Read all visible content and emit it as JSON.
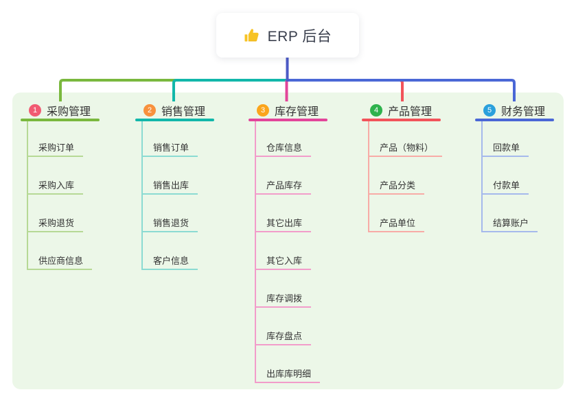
{
  "root": {
    "title": "ERP 后台",
    "icon": "thumbs-up-icon",
    "connector_color": "#4c5ac6"
  },
  "panel_color": "#ecf7e8",
  "text_color": "#333333",
  "branches": [
    {
      "number": "1",
      "title": "采购管理",
      "badge_color": "#f15b72",
      "line_color": "#7ab83e",
      "child_line_color": "#b6d995",
      "children": [
        "采购订单",
        "采购入库",
        "采购退货",
        "供应商信息"
      ]
    },
    {
      "number": "2",
      "title": "销售管理",
      "badge_color": "#f8913d",
      "line_color": "#12b7aa",
      "child_line_color": "#8bdbd2",
      "children": [
        "销售订单",
        "销售出库",
        "销售退货",
        "客户信息"
      ]
    },
    {
      "number": "3",
      "title": "库存管理",
      "badge_color": "#fba51c",
      "line_color": "#e2459a",
      "child_line_color": "#f29cca",
      "children": [
        "仓库信息",
        "产品库存",
        "其它出库",
        "其它入库",
        "库存调拨",
        "库存盘点",
        "出库库明细"
      ]
    },
    {
      "number": "4",
      "title": "产品管理",
      "badge_color": "#2eb24c",
      "line_color": "#f2535a",
      "child_line_color": "#f8aba6",
      "children": [
        "产品（物料）",
        "产品分类",
        "产品单位"
      ]
    },
    {
      "number": "5",
      "title": "财务管理",
      "badge_color": "#2aa0dc",
      "line_color": "#4a67d6",
      "child_line_color": "#a5b9ec",
      "children": [
        "回款单",
        "付款单",
        "结算账户"
      ]
    }
  ]
}
